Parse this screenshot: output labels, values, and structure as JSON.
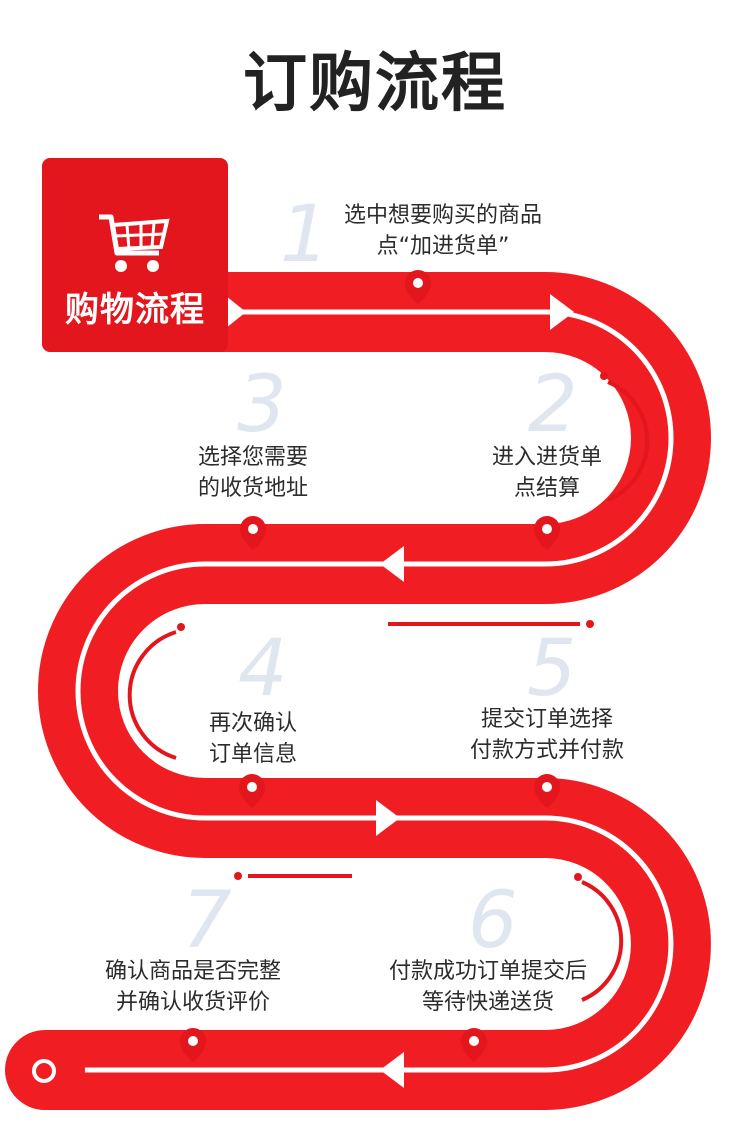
{
  "title": "订购流程",
  "badge": {
    "label": "购物流程",
    "icon": "shopping-cart-icon"
  },
  "colors": {
    "accent": "#e2161c",
    "number": "#dfe6f0",
    "text": "#2c2c2c"
  },
  "steps": [
    {
      "number": "1",
      "line1": "选中想要购买的商品",
      "line2": "点“加进货单”"
    },
    {
      "number": "2",
      "line1": "进入进货单",
      "line2": "点结算"
    },
    {
      "number": "3",
      "line1": "选择您需要",
      "line2": "的收货地址"
    },
    {
      "number": "4",
      "line1": "再次确认",
      "line2": "订单信息"
    },
    {
      "number": "5",
      "line1": "提交订单选择",
      "line2": "付款方式并付款"
    },
    {
      "number": "6",
      "line1": "付款成功订单提交后",
      "line2": "等待快递送货"
    },
    {
      "number": "7",
      "line1": "确认商品是否完整",
      "line2": "并确认收货评价"
    }
  ]
}
